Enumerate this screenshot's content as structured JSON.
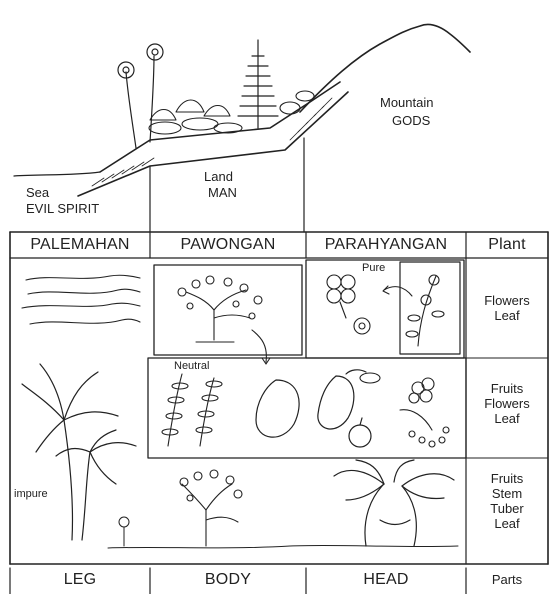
{
  "landscape": {
    "sea": "Sea",
    "evil_spirit": "EVIL SPIRIT",
    "land": "Land",
    "man": "MAN",
    "mountain": "Mountain",
    "gods": "GODS"
  },
  "columns": {
    "palemahan": "PALEMAHAN",
    "pawongan": "PAWONGAN",
    "parahyangan": "PARAHYANGAN",
    "plant": "Plant"
  },
  "annotations": {
    "pure": "Pure",
    "neutral": "Neutral",
    "impure": "impure"
  },
  "plant_rows": {
    "row1": "Flowers\nLeaf",
    "row2": "Fruits\nFlowers\nLeaf",
    "row3": "Fruits\nStem\nTuber\nLeaf"
  },
  "parts": {
    "leg": "LEG",
    "body": "BODY",
    "head": "HEAD",
    "parts": "Parts"
  }
}
